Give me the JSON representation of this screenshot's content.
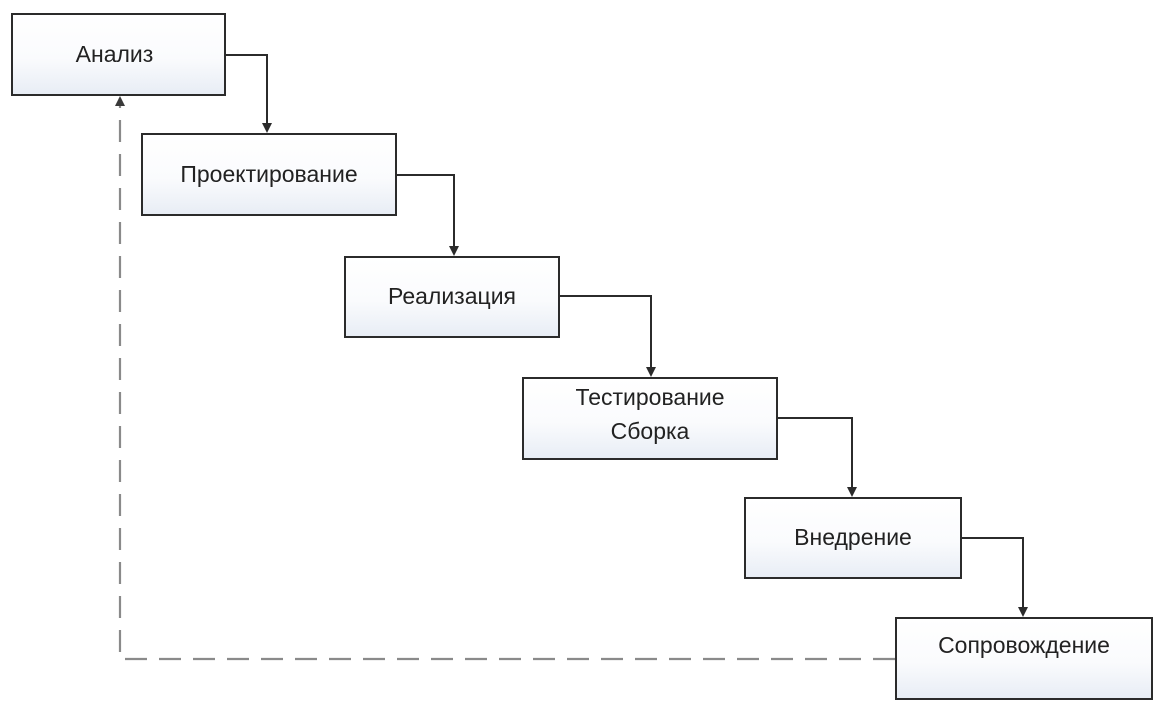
{
  "nodes": {
    "analysis": "Анализ",
    "design": "Проектирование",
    "implementation": "Реализация",
    "testing_line1": "Тестирование",
    "testing_line2": "Сборка",
    "deployment": "Внедрение",
    "maintenance": "Сопровождение"
  },
  "colors": {
    "stroke": "#2b2b2b",
    "dashed_stroke": "#8a8a8a",
    "box_gradient_bottom": "#e8edf5"
  }
}
